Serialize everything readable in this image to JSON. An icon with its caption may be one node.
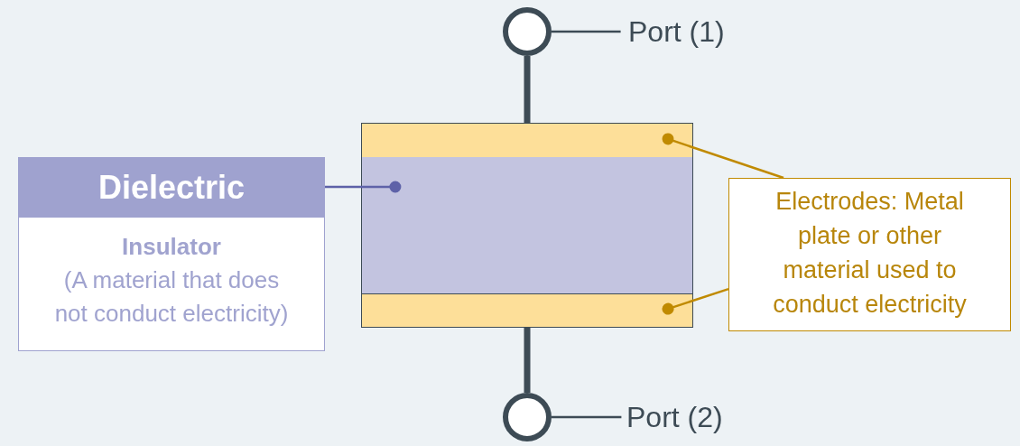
{
  "diagram": {
    "nodes": [
      {
        "text": [],
        "shape": "circle"
      },
      {
        "text": [
          "Port (1)"
        ]
      },
      {
        "text": [],
        "shape": "bar"
      },
      {
        "text": [],
        "shape": "box"
      },
      {
        "text": [],
        "shape": "bar"
      },
      {
        "text": [],
        "shape": "circle"
      },
      {
        "text": [
          "Port (2)"
        ]
      },
      {
        "text": [
          "Dielectric",
          "Insulator",
          "(A material that does not conduct electricity)"
        ]
      },
      {
        "text": [
          "Electrodes: Metal plate or other material used to conduct electricity"
        ]
      }
    ],
    "edges": [
      {
        "from": 1,
        "to": 0,
        "arrow": "none"
      },
      {
        "from": 0,
        "to": 2,
        "arrow": "none",
        "style": "thick"
      },
      {
        "from": 4,
        "to": 5,
        "arrow": "none",
        "style": "thick"
      },
      {
        "from": 6,
        "to": 5,
        "arrow": "none"
      },
      {
        "from": 7,
        "to": 3,
        "arrow": "other",
        "color": "#5e62a8"
      },
      {
        "from": 8,
        "to": 2,
        "arrow": "other",
        "color": "#c08a00"
      },
      {
        "from": 8,
        "to": 4,
        "arrow": "other",
        "color": "#c08a00"
      }
    ]
  }
}
